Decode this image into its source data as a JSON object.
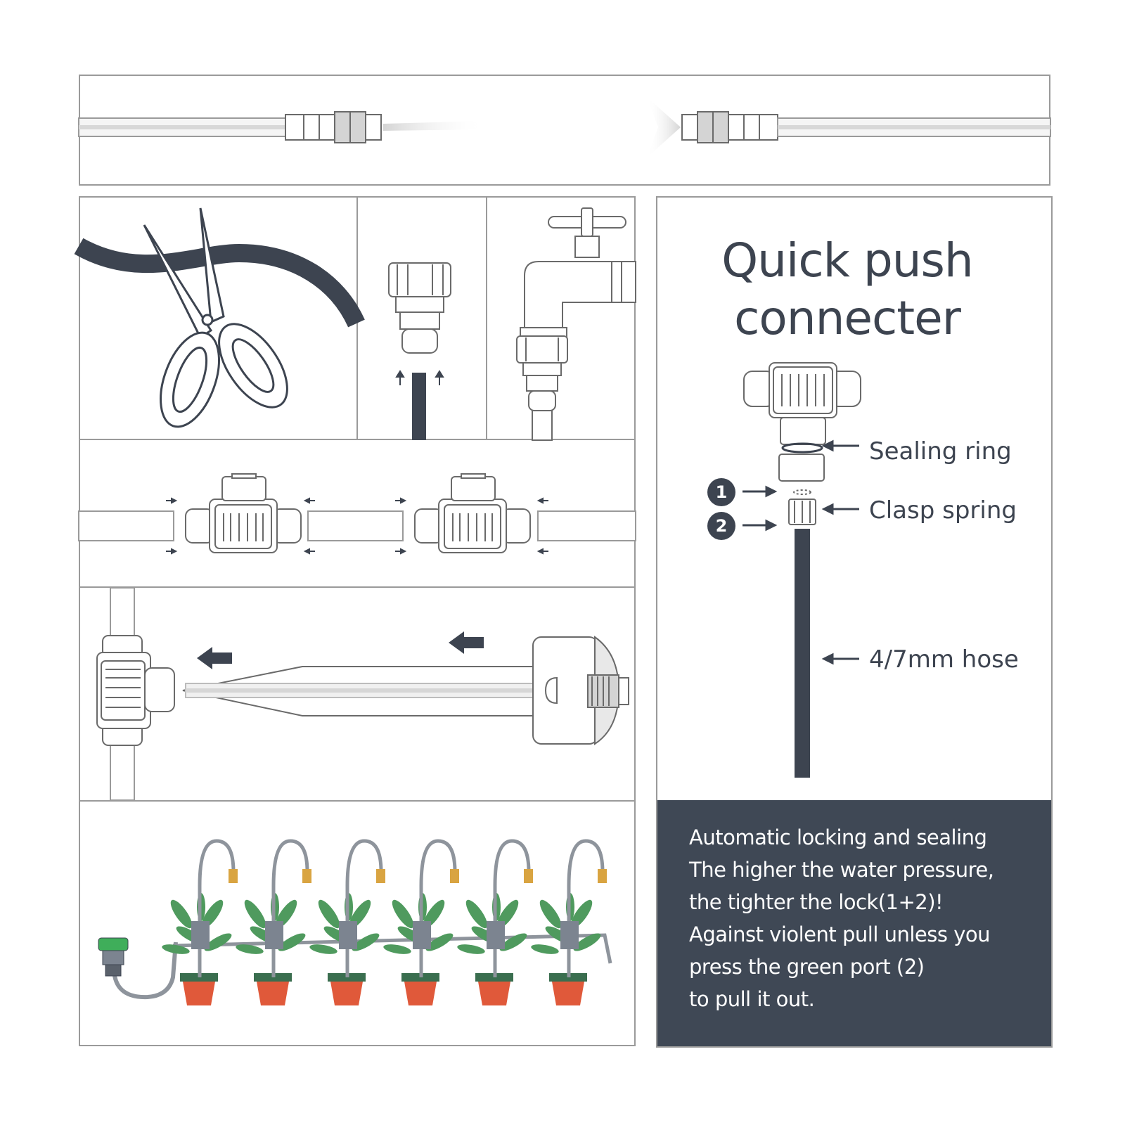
{
  "title": {
    "line1": "Quick push",
    "line2": "connecter"
  },
  "labels": {
    "sealing_ring": "Sealing ring",
    "clasp_spring": "Clasp spring",
    "hose": "4/7mm hose"
  },
  "badges": {
    "first": "1",
    "second": "2"
  },
  "description": {
    "lines": [
      "Automatic locking and sealing",
      "The higher the water pressure,",
      "the tighter the lock(1+2)!",
      "Against violent pull unless you",
      "press the green port (2)",
      "to pull it out."
    ]
  },
  "colors": {
    "hose": "#3d4450",
    "outline": "#5a5a5a",
    "panel_border": "#9a9a9a",
    "description_bg": "#3f4855",
    "pot": "#e0593a",
    "pot_rim": "#3a6e4f",
    "leaf": "#4f9a5e",
    "adapter_green": "#3fae5a",
    "brass": "#d9a441"
  },
  "icons": [
    "scissors-icon",
    "faucet-icon",
    "tee-connector-icon",
    "push-arrow-icon",
    "plant-pot-icon",
    "sprinkler-stake-icon"
  ]
}
